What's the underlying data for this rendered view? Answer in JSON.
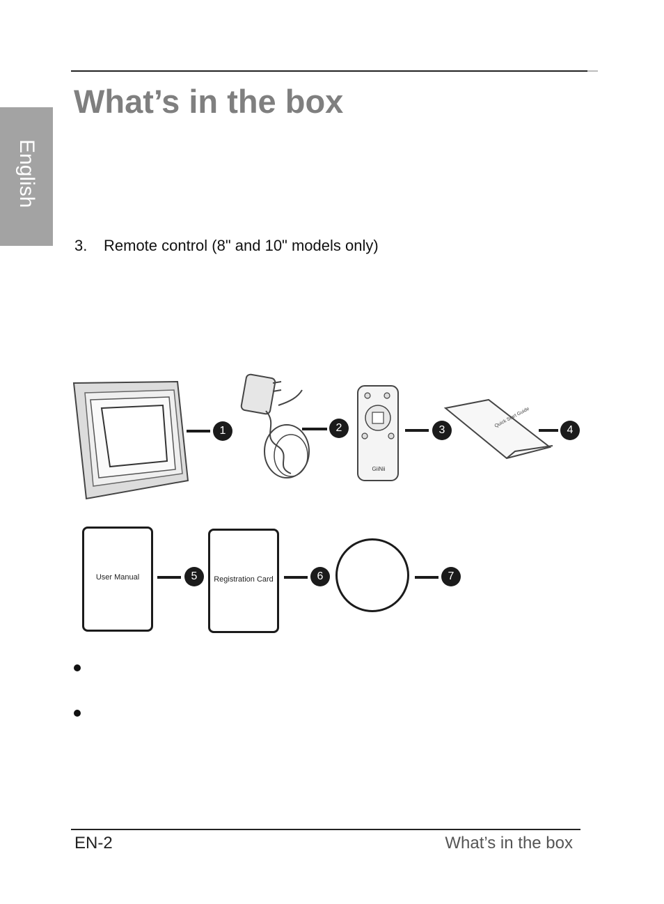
{
  "header": {
    "title": "What’s in the box"
  },
  "side_tab": {
    "language": "English"
  },
  "list": [
    {
      "number": "3.",
      "text": "Remote control (8\" and 10\" models only)"
    }
  ],
  "figure": {
    "remote_brand": "GiiNii",
    "booklet_text": "Quick Start Guide",
    "callouts": [
      "1",
      "2",
      "3",
      "4",
      "5",
      "6",
      "7"
    ],
    "user_manual_label": "User Manual",
    "registration_card_label": "Registration  Card"
  },
  "footer": {
    "page_number": "EN-2",
    "section_title": "What’s in the box"
  },
  "colors": {
    "title_gray": "#7f7f7f",
    "tab_gray": "#a3a3a3",
    "callout_fill": "#1b1b1b"
  }
}
